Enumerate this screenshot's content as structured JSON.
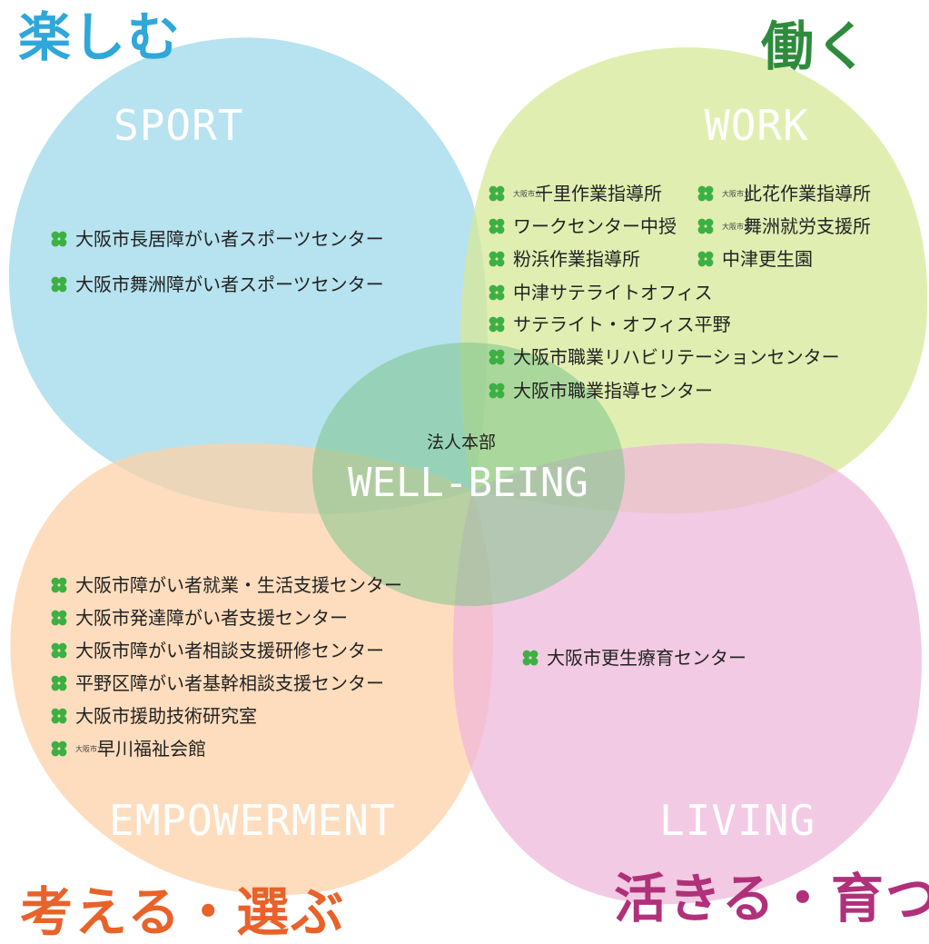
{
  "quadrants": {
    "sport": {
      "heading": "楽しむ",
      "label": "SPORT",
      "items": [
        "大阪市長居障がい者スポーツセンター",
        "大阪市舞洲障がい者スポーツセンター"
      ]
    },
    "work": {
      "heading": "働く",
      "label": "WORK",
      "items": [
        {
          "tag": "大阪市立",
          "text": "千里作業指導所"
        },
        {
          "tag": "大阪市立",
          "text": "此花作業指導所"
        },
        {
          "tag": "",
          "text": "ワークセンター中授"
        },
        {
          "tag": "大阪市立",
          "text": "舞洲就労支援所"
        },
        {
          "tag": "",
          "text": "粉浜作業指導所"
        },
        {
          "tag": "",
          "text": "中津更生園"
        },
        {
          "tag": "",
          "text": "中津サテライトオフィス"
        },
        {
          "tag": "",
          "text": "サテライト・オフィス平野"
        },
        {
          "tag": "",
          "text": "大阪市職業リハビリテーションセンター"
        },
        {
          "tag": "",
          "text": "大阪市職業指導センター"
        }
      ]
    },
    "empowerment": {
      "heading": "考える・選ぶ",
      "label": "EMPOWERMENT",
      "items": [
        {
          "tag": "",
          "text": "大阪市障がい者就業・生活支援センター"
        },
        {
          "tag": "",
          "text": "大阪市発達障がい者支援センター"
        },
        {
          "tag": "",
          "text": "大阪市障がい者相談支援研修センター"
        },
        {
          "tag": "",
          "text": "平野区障がい者基幹相談支援センター"
        },
        {
          "tag": "",
          "text": "大阪市援助技術研究室"
        },
        {
          "tag": "大阪市立",
          "text": "早川福祉会館"
        }
      ]
    },
    "living": {
      "heading": "活きる・育つ",
      "label": "LIVING",
      "items": [
        "大阪市更生療育センター"
      ]
    }
  },
  "center": {
    "title": "法人本部",
    "label": "WELL-BEING"
  },
  "colors": {
    "sport": "#9fd8ea",
    "work": "#d7e898",
    "empowerment": "#fdd2a8",
    "living": "#efb8da",
    "center": "#7dc48a",
    "clover": "#3cb043",
    "heading_sport": "#2fa7d8",
    "heading_work": "#2e8b3c",
    "heading_empowerment": "#e8622a",
    "heading_living": "#b0307a"
  },
  "icons": {
    "bullet": "clover-icon"
  }
}
